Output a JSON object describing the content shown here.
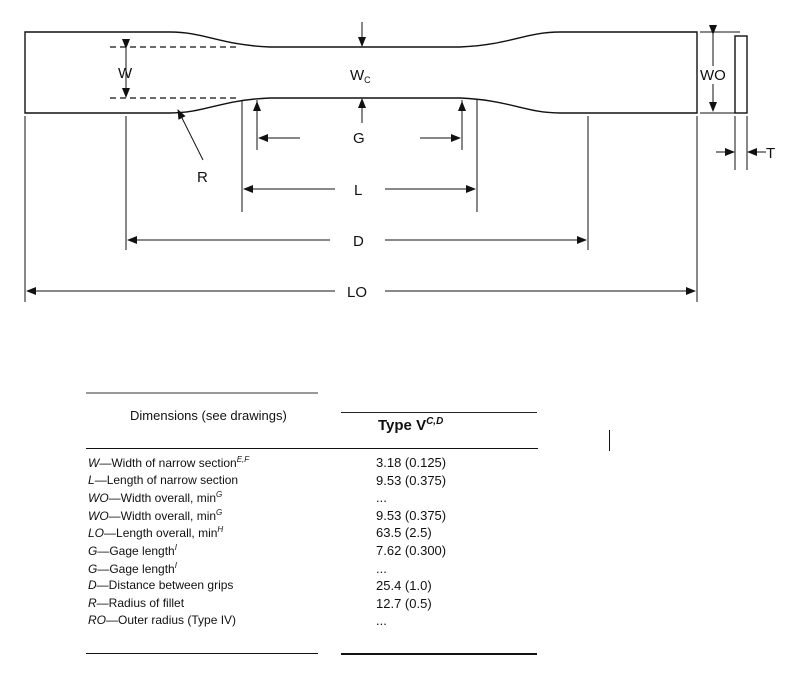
{
  "drawing": {
    "labels": {
      "w": "W",
      "wc_main": "W",
      "wc_sub": "C",
      "wo": "WO",
      "t": "T",
      "g": "G",
      "r": "R",
      "l": "L",
      "d": "D",
      "lo": "LO"
    }
  },
  "table": {
    "header_dimensions": "Dimensions (see drawings)",
    "header_type": "Type V",
    "header_type_sup": "C,D",
    "rows": [
      {
        "code": "W",
        "desc": "—Width of narrow section",
        "sup": "E,F",
        "value": "3.18 (0.125)"
      },
      {
        "code": "L",
        "desc": "—Length of narrow section",
        "sup": "",
        "value": "9.53 (0.375)"
      },
      {
        "code": "WO",
        "desc": "—Width overall, min",
        "sup": "G",
        "value": "..."
      },
      {
        "code": "WO",
        "desc": "—Width overall, min",
        "sup": "G",
        "value": "9.53 (0.375)"
      },
      {
        "code": "LO",
        "desc": "—Length overall, min",
        "sup": "H",
        "value": "63.5 (2.5)"
      },
      {
        "code": "G",
        "desc": "—Gage length",
        "sup": "I",
        "value": "7.62 (0.300)"
      },
      {
        "code": "G",
        "desc": "—Gage length",
        "sup": "I",
        "value": "..."
      },
      {
        "code": "D",
        "desc": "—Distance between grips",
        "sup": "",
        "value": "25.4 (1.0)"
      },
      {
        "code": "R",
        "desc": "—Radius of fillet",
        "sup": "",
        "value": "12.7 (0.5)"
      },
      {
        "code": "RO",
        "desc": "—Outer radius (Type IV)",
        "sup": "",
        "value": "..."
      }
    ]
  }
}
